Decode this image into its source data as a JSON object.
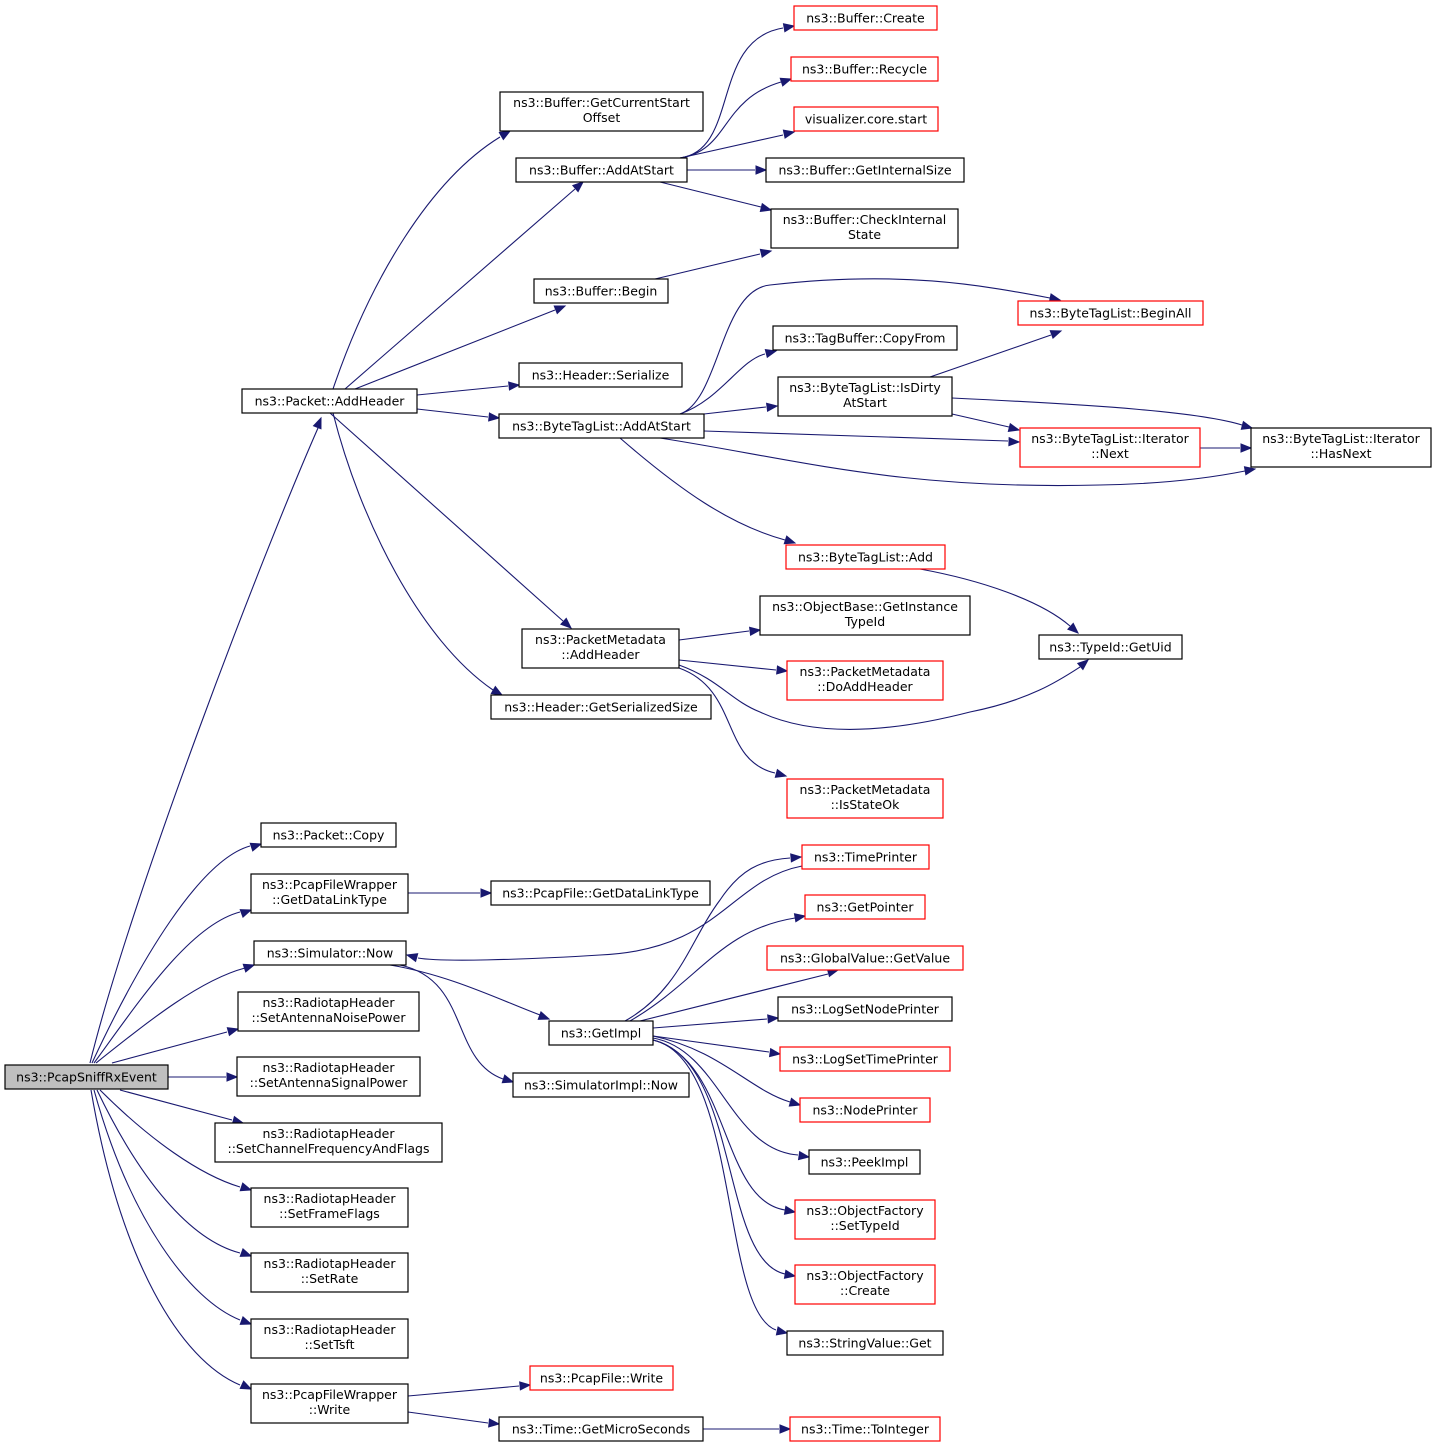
{
  "nodes": {
    "pcapSniffRxEvent": "ns3::PcapSniffRxEvent",
    "packetAddHeader": "ns3::Packet::AddHeader",
    "bufferGetCurrentStartOffset": "ns3::Buffer::GetCurrentStart\nOffset",
    "bufferAddAtStart": "ns3::Buffer::AddAtStart",
    "bufferBegin": "ns3::Buffer::Begin",
    "headerSerialize": "ns3::Header::Serialize",
    "byteTagListAddAtStart": "ns3::ByteTagList::AddAtStart",
    "packetMetadataAddHeader": "ns3::PacketMetadata\n::AddHeader",
    "headerGetSerializedSize": "ns3::Header::GetSerializedSize",
    "bufferCreate": "ns3::Buffer::Create",
    "bufferRecycle": "ns3::Buffer::Recycle",
    "visualizerCoreStart": "visualizer.core.start",
    "bufferGetInternalSize": "ns3::Buffer::GetInternalSize",
    "bufferCheckInternalState": "ns3::Buffer::CheckInternal\nState",
    "byteTagListBeginAll": "ns3::ByteTagList::BeginAll",
    "tagBufferCopyFrom": "ns3::TagBuffer::CopyFrom",
    "byteTagListIsDirtyAtStart": "ns3::ByteTagList::IsDirty\nAtStart",
    "byteTagListIteratorNext": "ns3::ByteTagList::Iterator\n::Next",
    "byteTagListIteratorHasNext": "ns3::ByteTagList::Iterator\n::HasNext",
    "byteTagListAdd": "ns3::ByteTagList::Add",
    "typeIdGetUid": "ns3::TypeId::GetUid",
    "objectBaseGetInstanceTypeId": "ns3::ObjectBase::GetInstance\nTypeId",
    "packetMetadataDoAddHeader": "ns3::PacketMetadata\n::DoAddHeader",
    "packetMetadataIsStateOk": "ns3::PacketMetadata\n::IsStateOk",
    "packetCopy": "ns3::Packet::Copy",
    "pcapFileWrapperGetDataLinkType": "ns3::PcapFileWrapper\n::GetDataLinkType",
    "pcapFileGetDataLinkType": "ns3::PcapFile::GetDataLinkType",
    "simulatorNow": "ns3::Simulator::Now",
    "radiotapSetAntennaNoisePower": "ns3::RadiotapHeader\n::SetAntennaNoisePower",
    "radiotapSetAntennaSignalPower": "ns3::RadiotapHeader\n::SetAntennaSignalPower",
    "radiotapSetChannelFrequencyAndFlags": "ns3::RadiotapHeader\n::SetChannelFrequencyAndFlags",
    "radiotapSetFrameFlags": "ns3::RadiotapHeader\n::SetFrameFlags",
    "radiotapSetRate": "ns3::RadiotapHeader\n::SetRate",
    "radiotapSetTsft": "ns3::RadiotapHeader\n::SetTsft",
    "pcapFileWrapperWrite": "ns3::PcapFileWrapper\n::Write",
    "getImpl": "ns3::GetImpl",
    "simulatorImplNow": "ns3::SimulatorImpl::Now",
    "timePrinter": "ns3::TimePrinter",
    "getPointer": "ns3::GetPointer",
    "globalValueGetValue": "ns3::GlobalValue::GetValue",
    "logSetNodePrinter": "ns3::LogSetNodePrinter",
    "logSetTimePrinter": "ns3::LogSetTimePrinter",
    "nodePrinter": "ns3::NodePrinter",
    "peekImpl": "ns3::PeekImpl",
    "objectFactorySetTypeId": "ns3::ObjectFactory\n::SetTypeId",
    "objectFactoryCreate": "ns3::ObjectFactory\n::Create",
    "stringValueGet": "ns3::StringValue::Get",
    "pcapFileWrite": "ns3::PcapFile::Write",
    "timeGetMicroSeconds": "ns3::Time::GetMicroSeconds",
    "timeToInteger": "ns3::Time::ToInteger"
  },
  "colors": {
    "edge": "#191970",
    "node_border": "#000000",
    "node_border_truncated": "#ff0000",
    "root_fill": "#bfbfbf"
  }
}
